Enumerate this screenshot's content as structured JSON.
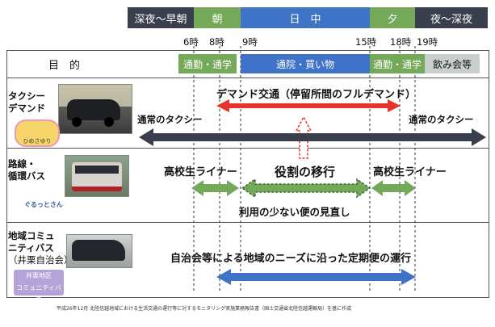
{
  "time_bands": [
    {
      "id": "late-night-early-morning",
      "label": "深夜～早朝",
      "color": "#3a3f4d"
    },
    {
      "id": "morning",
      "label": "朝",
      "color": "#74a95a"
    },
    {
      "id": "daytime",
      "label": "日　中",
      "color": "#3f73c7"
    },
    {
      "id": "evening",
      "label": "夕",
      "color": "#74a95a"
    },
    {
      "id": "night-late",
      "label": "夜～深夜",
      "color": "#3a3f4d"
    }
  ],
  "hour_ticks": [
    "6時",
    "8時",
    "9時",
    "15時",
    "18時",
    "19時"
  ],
  "header": {
    "purpose_label": "目　的",
    "purposes": [
      "通勤・通学",
      "通院・買い物",
      "通勤・通学",
      "飲み会等"
    ]
  },
  "rows": [
    {
      "id": "taxi",
      "label": [
        "タクシー",
        "デマンド"
      ],
      "photo_icon": "taxi-photo",
      "badge_text": "ひめさゆり",
      "annotations": {
        "demand": "デマンド交通（停留所間のフルデマンド）",
        "normal_left": "通常のタクシー",
        "normal_right": "通常のタクシー"
      }
    },
    {
      "id": "route-bus",
      "label": [
        "路線・",
        "循環バス"
      ],
      "photo_icon": "bus-photo",
      "badge_text": "ぐるっとさん",
      "annotations": {
        "liner_left": "高校生ライナー",
        "role_shift": "役割の移行",
        "liner_right": "高校生ライナー",
        "review": "利用の少ない便の見直し"
      }
    },
    {
      "id": "community-bus",
      "label": [
        "地域コミュ",
        "ニティバス",
        "（井栗自治会）"
      ],
      "photo_icon": "van-photo",
      "badge_text": [
        "井栗地区",
        "コミュニティバス"
      ],
      "annotations": {
        "main": "自治会等による地域のニーズに沿った定期便の運行"
      }
    }
  ],
  "footer": "平成26年12月 北陸信越地域における生活交通の運行等に対するモニタリング実施業務報告書（国土交通省北陸信越運輸局）を基に作成",
  "colors": {
    "dark_arrow": "#3a3f4d",
    "red_arrow": "#e8322c",
    "green_arrow": "#74a95a",
    "blue_arrow": "#3f73c7"
  }
}
